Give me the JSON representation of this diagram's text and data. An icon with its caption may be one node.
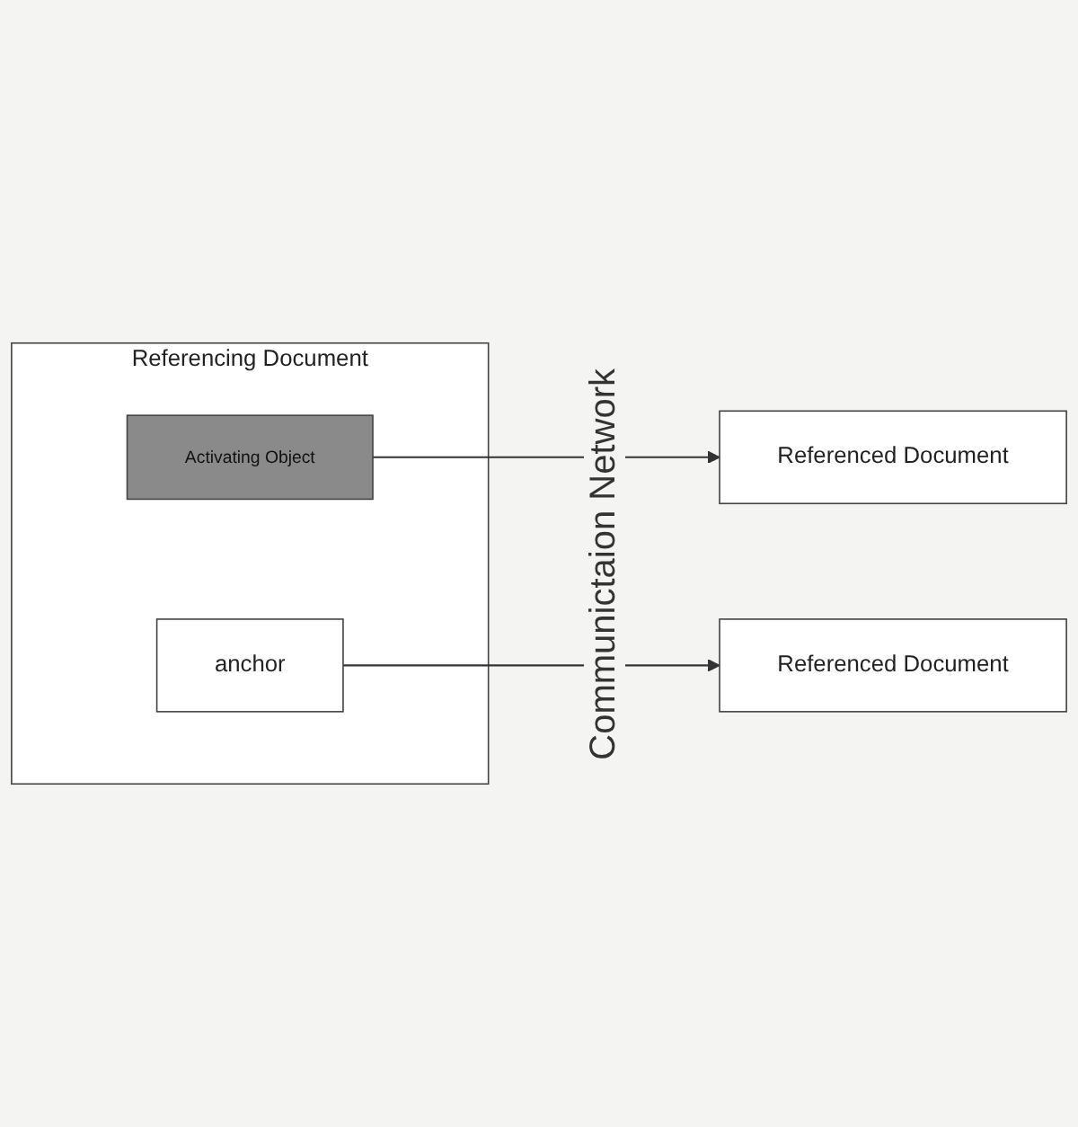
{
  "diagram": {
    "nodes": [
      {
        "text": [
          "Referencing Document"
        ]
      },
      {
        "text": [
          "Activating Object"
        ],
        "in": 0
      },
      {
        "text": [
          "anchor"
        ],
        "in": 0
      },
      {
        "text": [
          "Referenced Document"
        ]
      },
      {
        "text": [
          "Referenced Document"
        ]
      }
    ],
    "edges": [
      {
        "from": 1,
        "to": 3,
        "arrow": "to"
      },
      {
        "from": 2,
        "to": 4,
        "arrow": "to"
      }
    ],
    "labels": [
      "Communictaion Network"
    ]
  }
}
